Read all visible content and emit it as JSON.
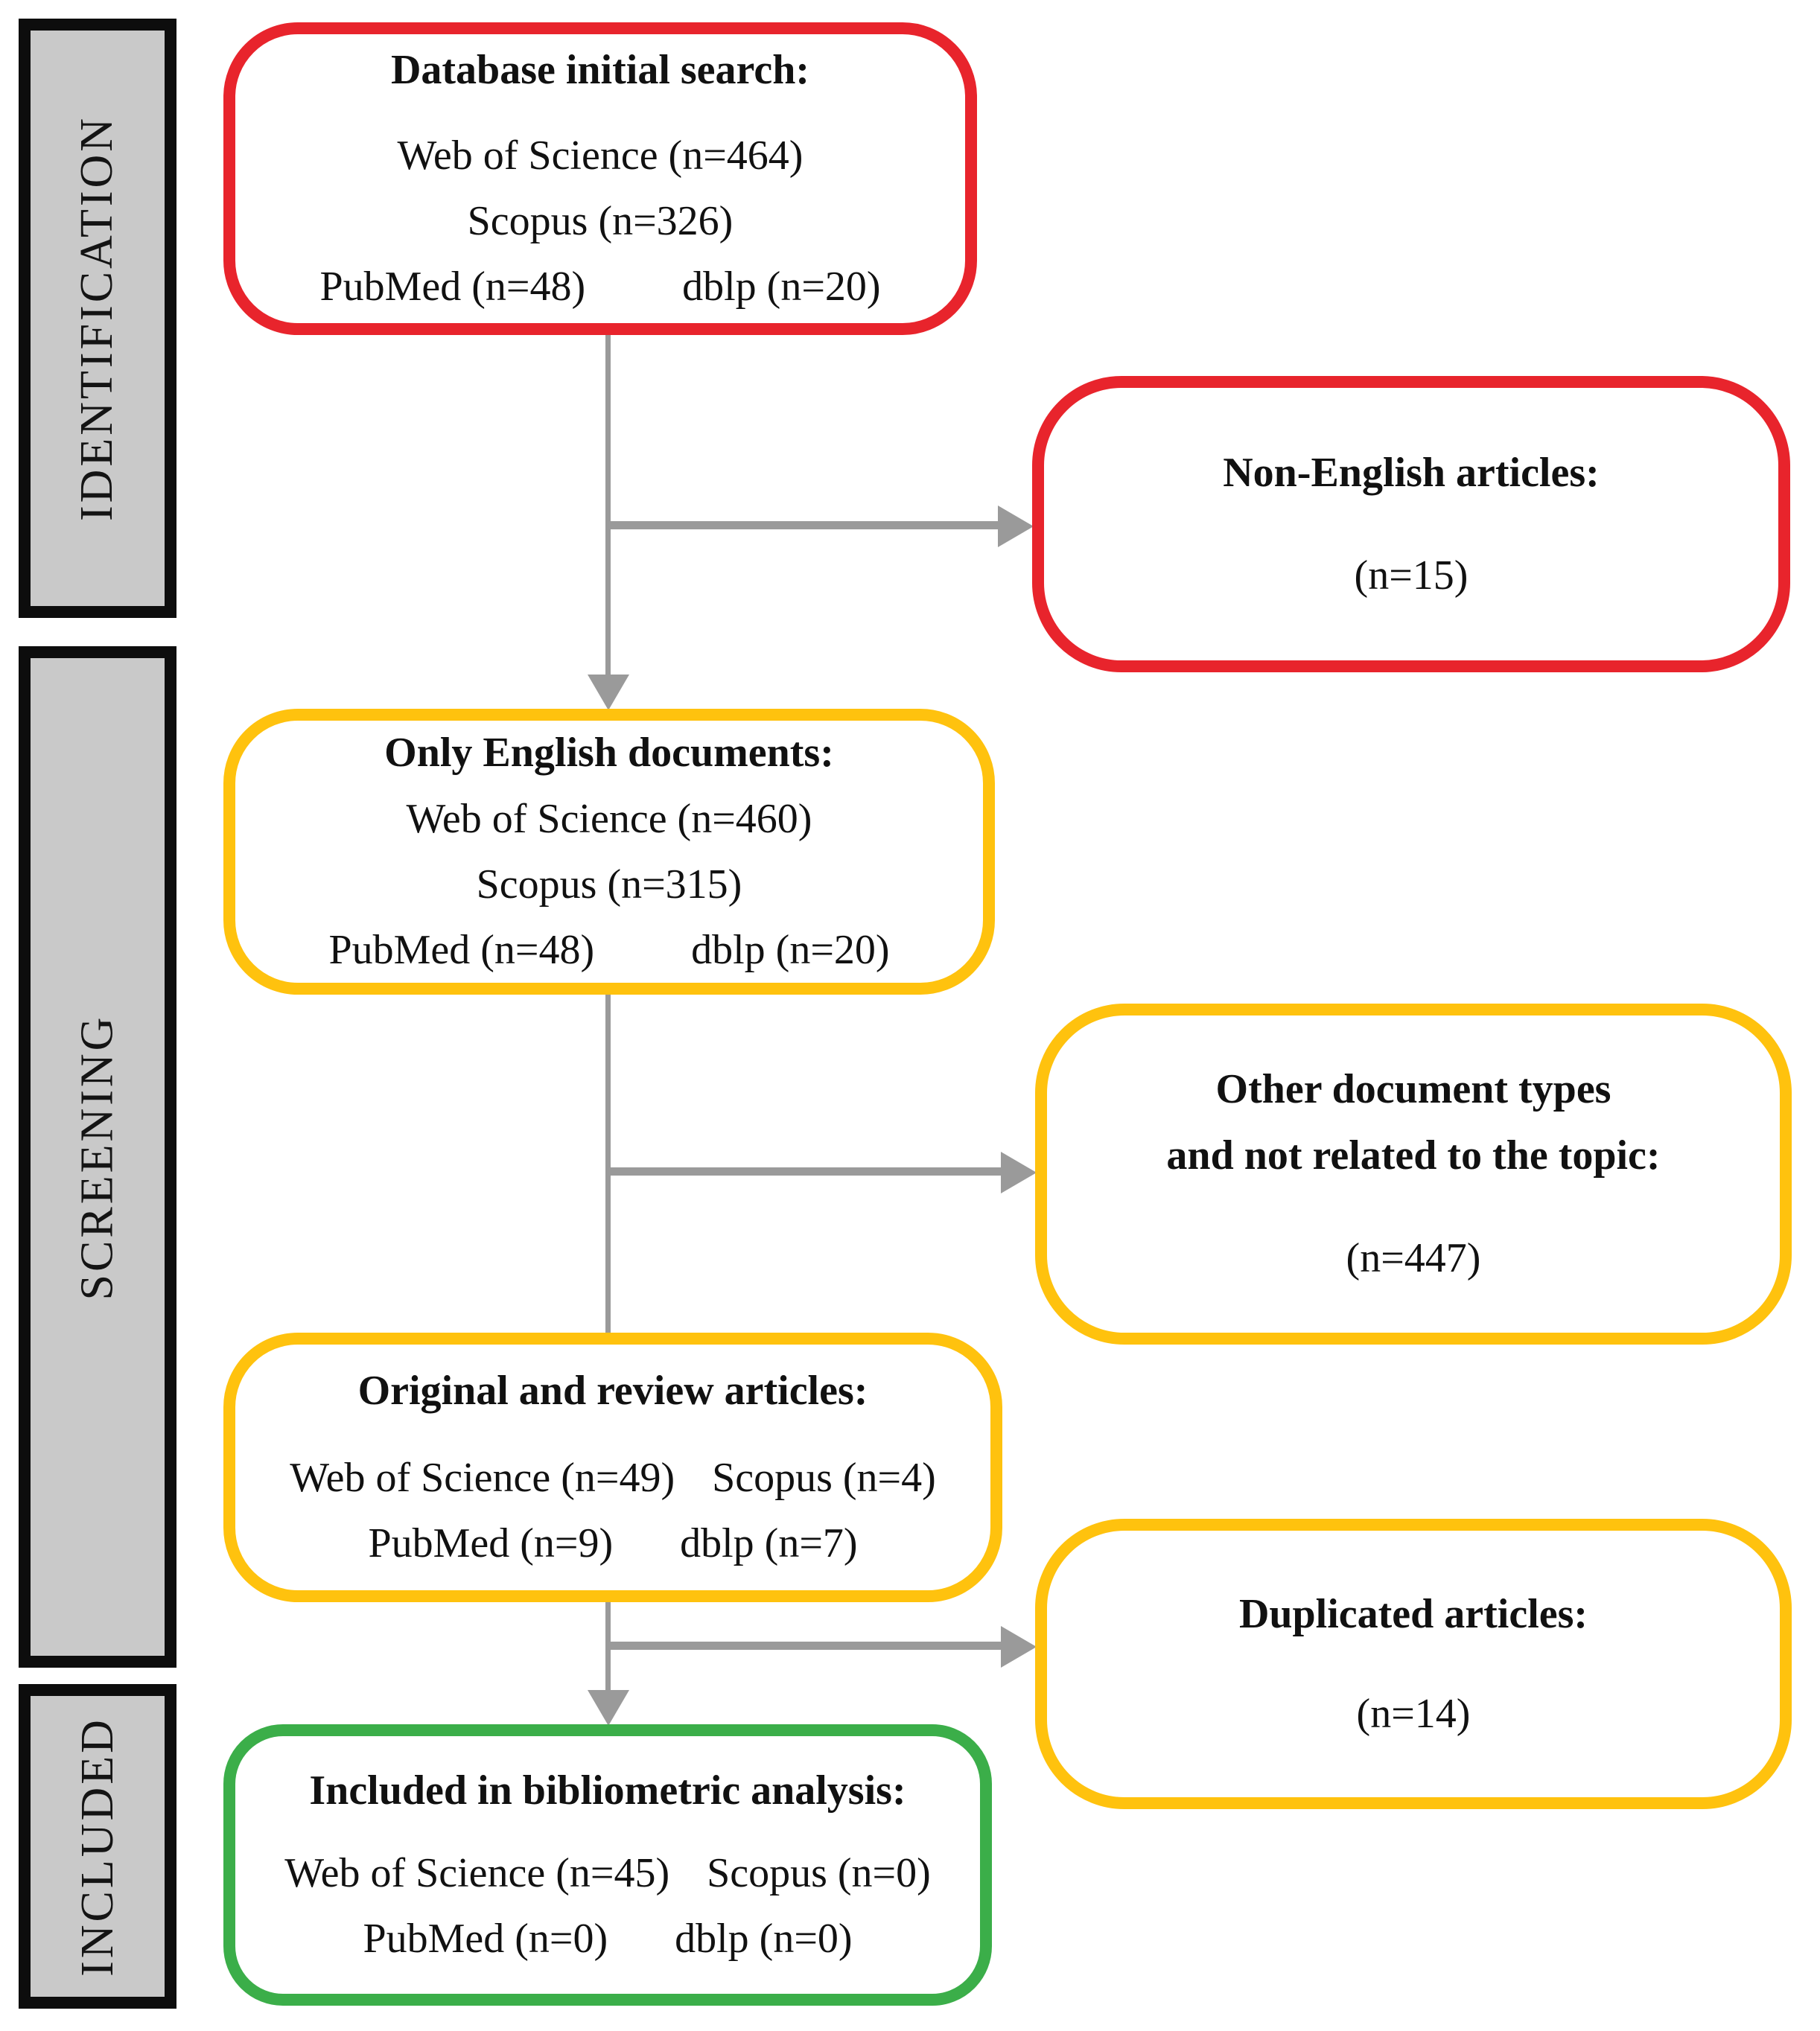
{
  "sidebar": {
    "identification": "IDENTIFICATION",
    "screening": "SCREENING",
    "included": "INCLUDED"
  },
  "boxes": {
    "initial": {
      "title": "Database initial search:",
      "line1": "Web of Science (n=464)",
      "line2": "Scopus (n=326)",
      "line3a": "PubMed (n=48)",
      "line3b": "dblp (n=20)"
    },
    "non_english": {
      "title": "Non-English articles:",
      "count": "(n=15)"
    },
    "only_english": {
      "title": "Only English documents:",
      "line1": "Web of Science (n=460)",
      "line2": "Scopus (n=315)",
      "line3a": "PubMed (n=48)",
      "line3b": "dblp (n=20)"
    },
    "other_types": {
      "title_line1": "Other document types",
      "title_line2": "and not related to the topic:",
      "count": "(n=447)"
    },
    "original_review": {
      "title": "Original and review articles:",
      "line1a": "Web of Science (n=49)",
      "line1b": "Scopus (n=4)",
      "line2a": "PubMed (n=9)",
      "line2b": "dblp (n=7)"
    },
    "duplicated": {
      "title": "Duplicated articles:",
      "count": "(n=14)"
    },
    "included_analysis": {
      "title": "Included in bibliometric analysis:",
      "line1a": "Web of Science (n=45)",
      "line1b": "Scopus (n=0)",
      "line2a": "PubMed (n=0)",
      "line2b": "dblp (n=0)"
    }
  },
  "colors": {
    "red": "#e8242c",
    "yellow": "#ffc20e",
    "green": "#3bae49",
    "sidebar_fill": "#c9c9c9",
    "arrow": "#9a9a9a"
  }
}
